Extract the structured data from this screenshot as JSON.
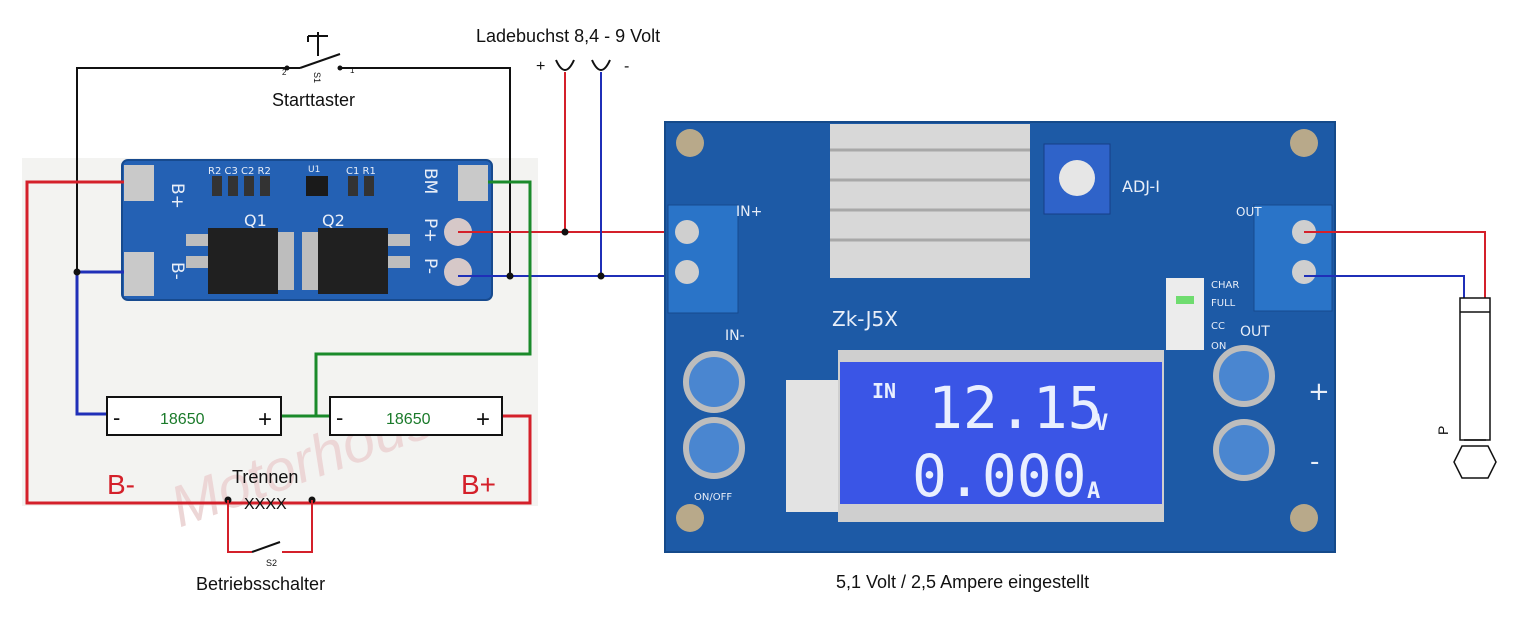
{
  "labels": {
    "charge_jack": "Ladebuchst 8,4 - 9 Volt",
    "jack_plus": "+",
    "jack_minus": "-",
    "start_button": "Starttaster",
    "s1": "S1",
    "s1_pin2": "2",
    "s1_pin1": "1",
    "disconnect": "Trennen",
    "cut_mark": "XXXX",
    "b_minus": "B-",
    "b_plus": "B+",
    "operating_switch": "Betriebsschalter",
    "s2": "S2",
    "setting": "5,1 Volt / 2,5 Ampere eingestellt",
    "plug": "P",
    "watermark": "Motorhouse"
  },
  "bms": {
    "bplus": "B+",
    "bminus": "B-",
    "bm": "BM",
    "pplus": "P+",
    "pminus": "P-",
    "q1": "Q1",
    "q2": "Q2",
    "parts": "R2 C3 C2 R2",
    "u1": "U1",
    "c1r1": "C1 R1"
  },
  "cells": [
    {
      "minus": "-",
      "name": "18650",
      "plus": "+"
    },
    {
      "minus": "-",
      "name": "18650",
      "plus": "+"
    }
  ],
  "converter": {
    "model": "Zk-J5X",
    "adj": "ADJ-I",
    "in_plus": "IN+",
    "in_minus": "IN-",
    "out_top": "OUT",
    "out_bottom": "OUT",
    "led_labels": [
      "CHAR",
      "FULL",
      "CC",
      "ON"
    ],
    "lcd_in": "IN",
    "lcd_voltage": "12.15",
    "lcd_v_unit": "V",
    "lcd_current": "0.000",
    "lcd_a_unit": "A",
    "onoff": "ON/OFF",
    "plus_key": "+",
    "minus_key": "-"
  },
  "colors": {
    "red_wire": "#d4202a",
    "blue_wire": "#1f2fb8",
    "green_wire": "#1a8a2a",
    "black_wire": "#111111",
    "pcb_blue": "#1e5aa8",
    "lcd_blue": "#3a55e6"
  }
}
